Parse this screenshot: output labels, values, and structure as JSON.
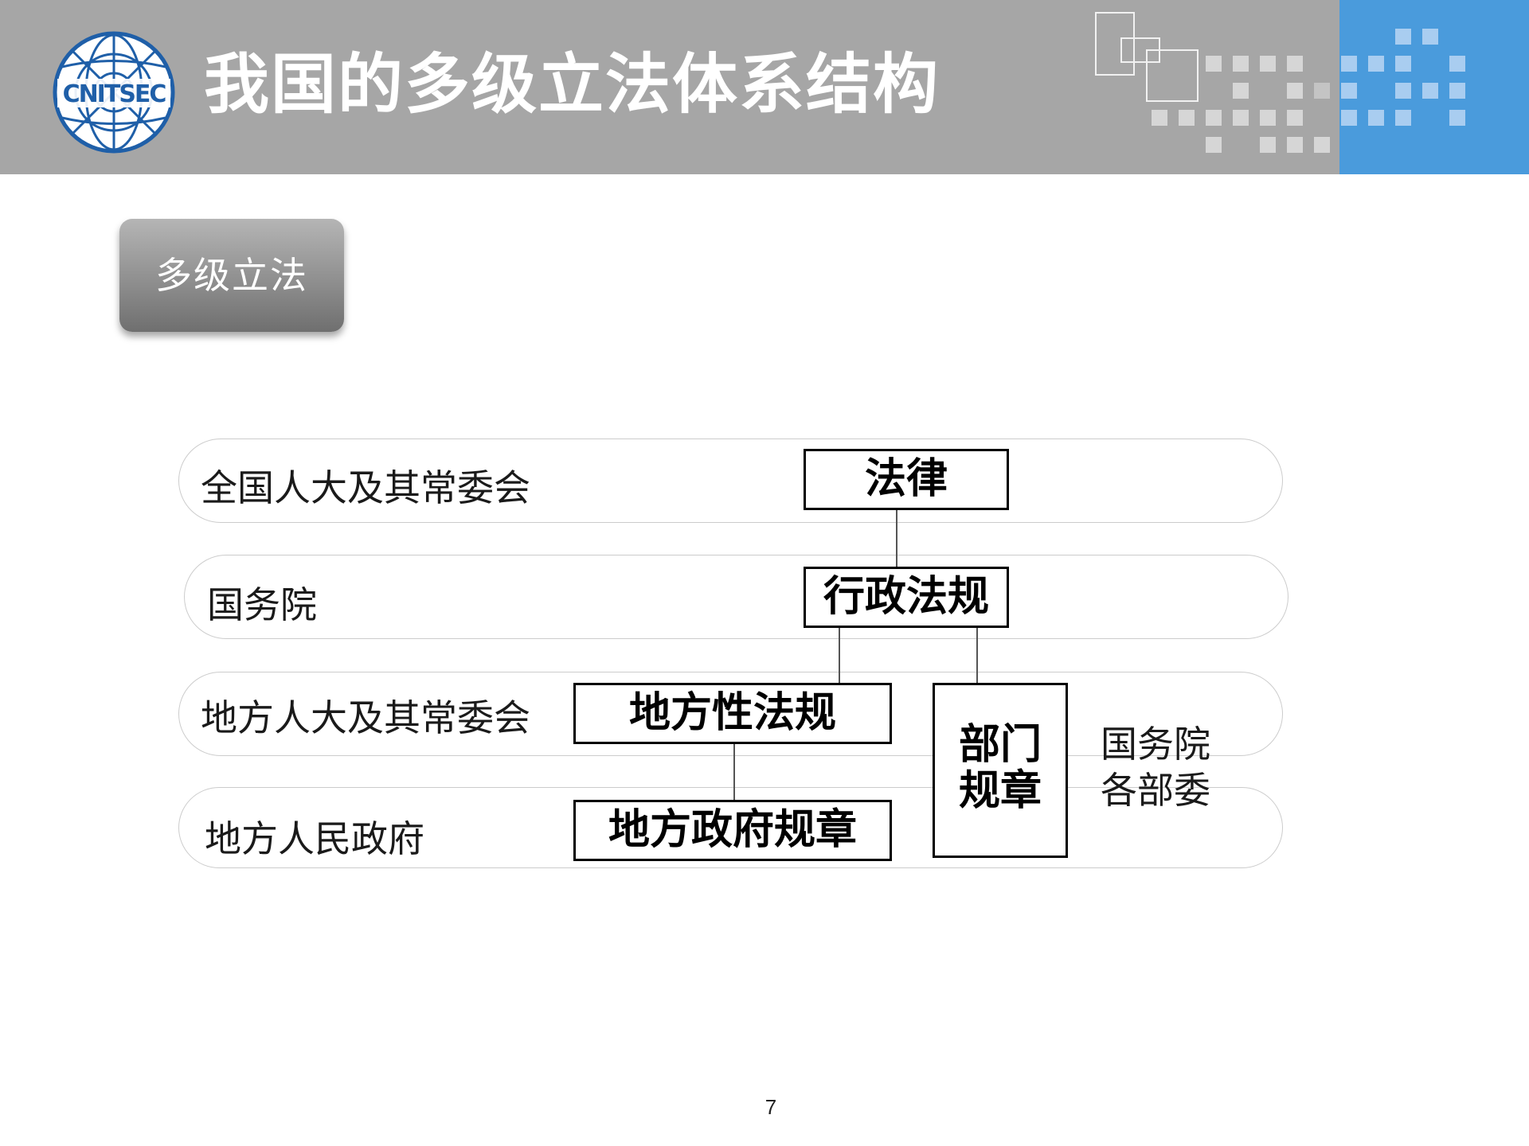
{
  "header": {
    "title": "我国的多级立法体系结构",
    "logo_text": "CNITSEC",
    "background_color": "#a6a6a6",
    "accent_color": "#4a9bdc"
  },
  "section_tag": {
    "label": "多级立法"
  },
  "diagram": {
    "levels": [
      {
        "body": "全国人大及其常委会",
        "document": "法律"
      },
      {
        "body": "国务院",
        "document": "行政法规"
      },
      {
        "body": "地方人大及其常委会",
        "document": "地方性法规"
      },
      {
        "body": "地方人民政府",
        "document": "地方政府规章"
      }
    ],
    "department_rules": {
      "line1": "部门",
      "line2": "规章"
    },
    "department_issuer": {
      "line1": "国务院",
      "line2": "各部委"
    }
  },
  "footer": {
    "page_number": "7"
  }
}
